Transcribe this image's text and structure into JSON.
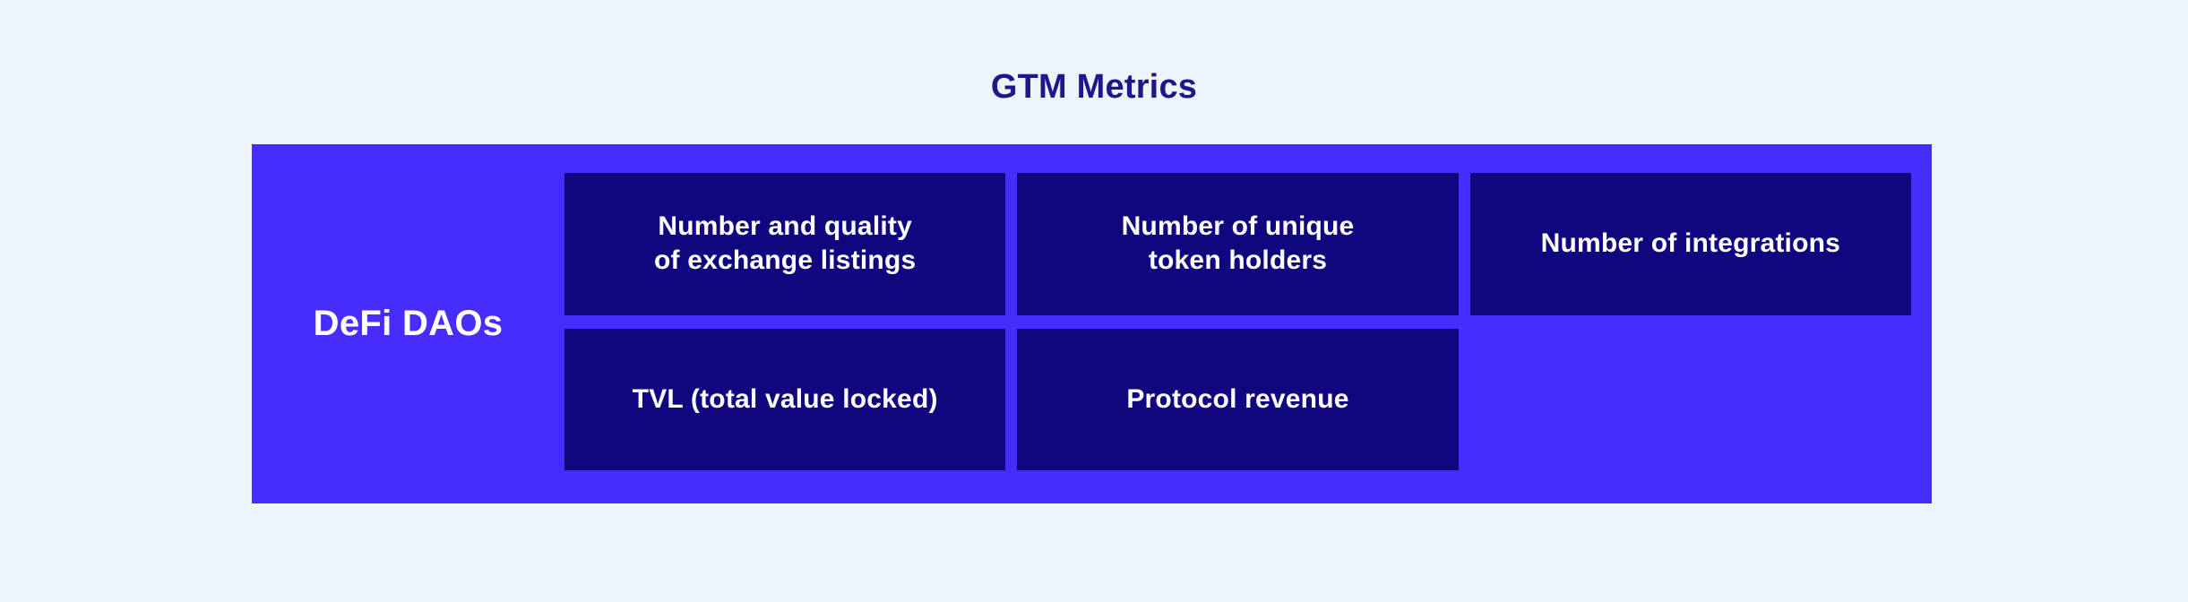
{
  "header": {
    "title": "GTM Metrics"
  },
  "colors": {
    "background": "#edf4fd",
    "container_fill": "#472dfb",
    "metric_box_fill": "#10067e",
    "title_text": "#1f1689",
    "label_text": "#ffffff",
    "metric_text": "#ffffff"
  },
  "diagram": {
    "row_label": "DeFi DAOs",
    "metrics": [
      {
        "id": "exchange-listings",
        "label": "Number and quality\nof exchange listings"
      },
      {
        "id": "unique-token-holders",
        "label": "Number of unique\ntoken holders"
      },
      {
        "id": "integrations",
        "label": "Number of integrations"
      },
      {
        "id": "tvl",
        "label": "TVL (total value locked)"
      },
      {
        "id": "protocol-revenue",
        "label": "Protocol revenue"
      }
    ]
  }
}
